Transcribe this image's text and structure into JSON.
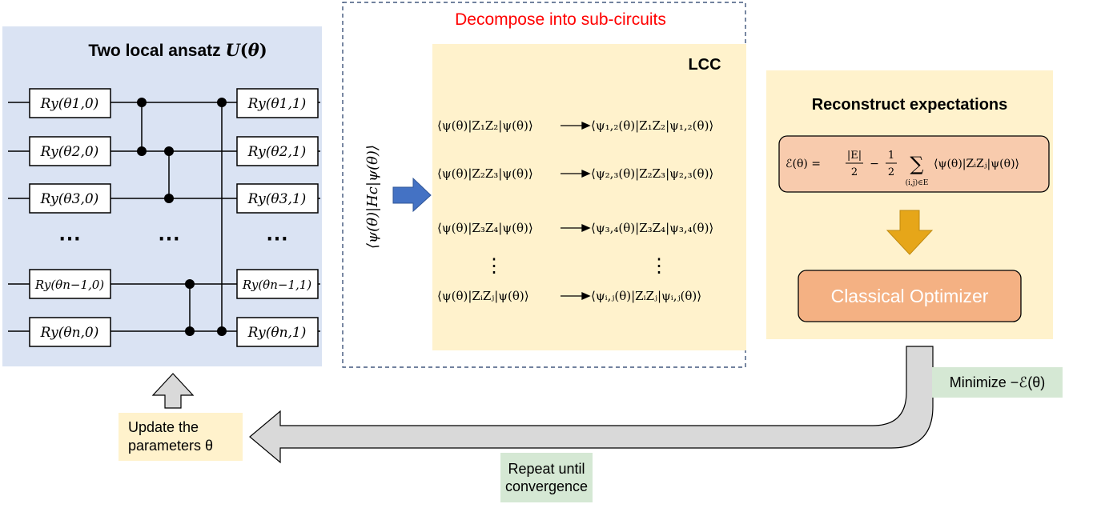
{
  "ansatz": {
    "title": "Two local ansatz U(θ)",
    "gates": {
      "r1c1": "Ry(θ1,0)",
      "r1c2": "Ry(θ1,1)",
      "r2c1": "Ry(θ2,0)",
      "r2c2": "Ry(θ2,1)",
      "r3c1": "Ry(θ3,0)",
      "r3c2": "Ry(θ3,1)",
      "r4c1": "Ry(θn−1,0)",
      "r4c2": "Ry(θn−1,1)",
      "r5c1": "Ry(θn,0)",
      "r5c2": "Ry(θn,1)"
    },
    "ellipsis": "⋯"
  },
  "decompose": {
    "title": "Decompose into sub-circuits",
    "vertical_label": "⟨ψ(θ)|Hc|ψ(θ)⟩",
    "lcc": {
      "label": "LCC",
      "rows": [
        {
          "left": "⟨ψ(θ)|Z₁Z₂|ψ(θ)⟩",
          "right": "⟨ψ₁,₂(θ)|Z₁Z₂|ψ₁,₂(θ)⟩"
        },
        {
          "left": "⟨ψ(θ)|Z₂Z₃|ψ(θ)⟩",
          "right": "⟨ψ₂,₃(θ)|Z₂Z₃|ψ₂,₃(θ)⟩"
        },
        {
          "left": "⟨ψ(θ)|Z₃Z₄|ψ(θ)⟩",
          "right": "⟨ψ₃,₄(θ)|Z₃Z₄|ψ₃,₄(θ)⟩"
        },
        {
          "left": "⟨ψ(θ)|ZᵢZⱼ|ψ(θ)⟩",
          "right": "⟨ψᵢ,ⱼ(θ)|ZᵢZⱼ|ψᵢ,ⱼ(θ)⟩"
        }
      ],
      "vdots": "⋮"
    }
  },
  "reconstruct": {
    "title": "Reconstruct expectations",
    "formula": {
      "lhs": "ℰ(θ) =",
      "frac1_num": "|E|",
      "frac1_den": "2",
      "minus": "−",
      "frac2_num": "1",
      "frac2_den": "2",
      "sum": "∑",
      "sum_sub": "(i,j)∈E",
      "term": "⟨ψ(θ)|ZᵢZⱼ|ψ(θ)⟩"
    },
    "optimizer": "Classical Optimizer"
  },
  "feedback": {
    "minimize": "Minimize −ℰ(θ)",
    "repeat_line1": "Repeat until",
    "repeat_line2": "convergence",
    "update_line1": "Update the",
    "update_line2": "parameters θ"
  },
  "colors": {
    "circuit_panel": "#dae3f3",
    "lcc_panel": "#fff2cc",
    "formula_box": "#f8cbad",
    "optimizer_box": "#f4b183",
    "label_green": "#d5e8d4",
    "label_yellow": "#fff2cc",
    "blue_arrow": "#4472c4",
    "orange_arrow": "#e6a619",
    "gray_arrow": "#d9d9d9",
    "red_title": "#ff0000"
  }
}
